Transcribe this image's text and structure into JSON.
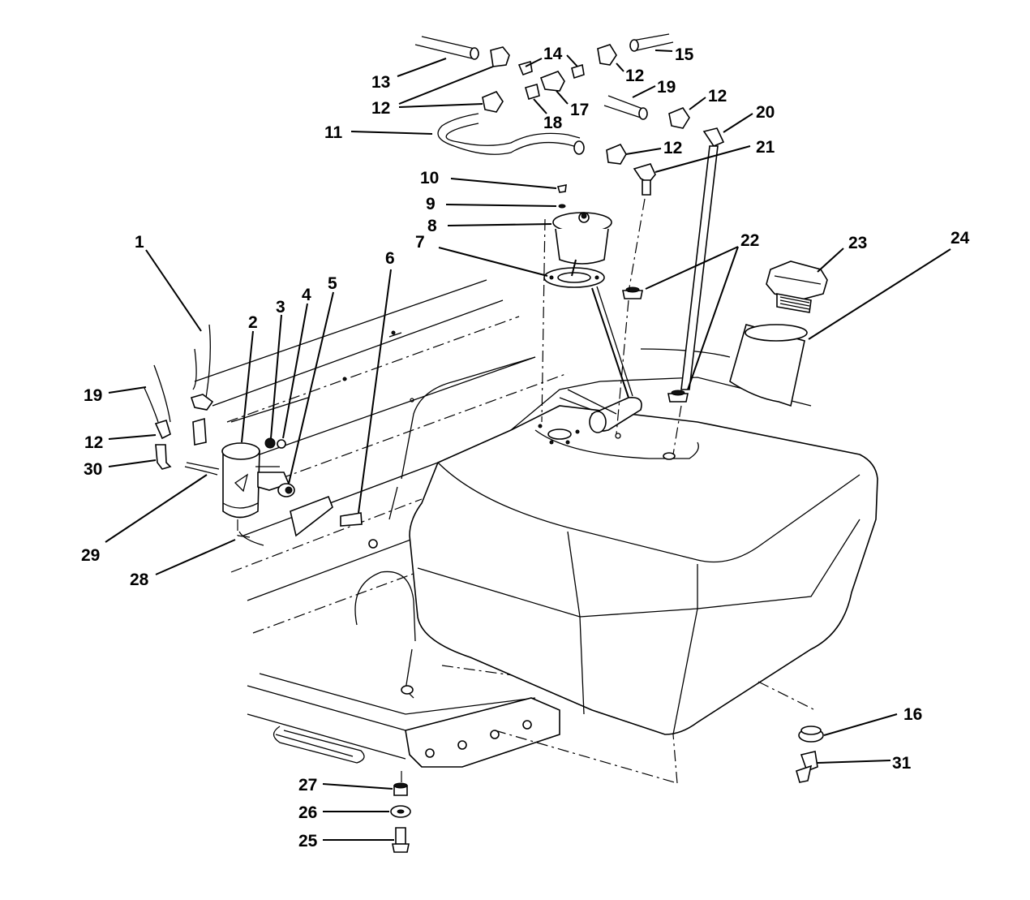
{
  "diagram": {
    "type": "exploded-parts-view",
    "callouts": [
      {
        "id": "c1",
        "text": "1"
      },
      {
        "id": "c2",
        "text": "2"
      },
      {
        "id": "c3",
        "text": "3"
      },
      {
        "id": "c4",
        "text": "4"
      },
      {
        "id": "c5",
        "text": "5"
      },
      {
        "id": "c6",
        "text": "6"
      },
      {
        "id": "c7",
        "text": "7"
      },
      {
        "id": "c8",
        "text": "8"
      },
      {
        "id": "c9",
        "text": "9"
      },
      {
        "id": "c10",
        "text": "10"
      },
      {
        "id": "c11",
        "text": "11"
      },
      {
        "id": "c12a",
        "text": "12"
      },
      {
        "id": "c12b",
        "text": "12"
      },
      {
        "id": "c12c",
        "text": "12"
      },
      {
        "id": "c12d",
        "text": "12"
      },
      {
        "id": "c12e",
        "text": "12"
      },
      {
        "id": "c13",
        "text": "13"
      },
      {
        "id": "c14",
        "text": "14"
      },
      {
        "id": "c15",
        "text": "15"
      },
      {
        "id": "c16",
        "text": "16"
      },
      {
        "id": "c17",
        "text": "17"
      },
      {
        "id": "c18",
        "text": "18"
      },
      {
        "id": "c19a",
        "text": "19"
      },
      {
        "id": "c19b",
        "text": "19"
      },
      {
        "id": "c20",
        "text": "20"
      },
      {
        "id": "c21",
        "text": "21"
      },
      {
        "id": "c22",
        "text": "22"
      },
      {
        "id": "c23",
        "text": "23"
      },
      {
        "id": "c24",
        "text": "24"
      },
      {
        "id": "c25",
        "text": "25"
      },
      {
        "id": "c26",
        "text": "26"
      },
      {
        "id": "c27",
        "text": "27"
      },
      {
        "id": "c28",
        "text": "28"
      },
      {
        "id": "c29",
        "text": "29"
      },
      {
        "id": "c30",
        "text": "30"
      },
      {
        "id": "c31",
        "text": "31"
      }
    ]
  }
}
